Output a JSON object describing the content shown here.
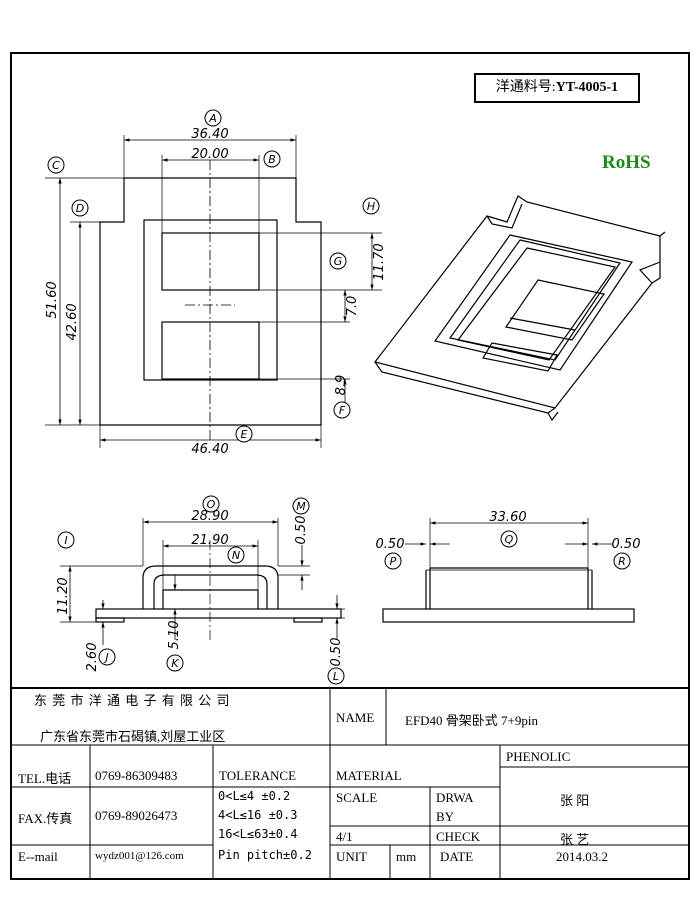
{
  "part_number": {
    "label": "洋通料号:",
    "value": "YT-4005-1"
  },
  "rohs": "RoHS",
  "dimensions": {
    "d36_40": "36.40",
    "d20_00": "20.00",
    "d51_60": "51.60",
    "d42_60": "42.60",
    "d11_70": "11.70",
    "d7_0": "7.0",
    "d8_9": "8.9",
    "d46_40": "46.40",
    "d28_90": "28.90",
    "d21_90": "21.90",
    "d0_50_m": "0.50",
    "d11_20": "11.20",
    "d5_10": "5.10",
    "d2_60": "2.60",
    "d0_50_l": "0.50",
    "d33_60": "33.60",
    "d0_50_p": "0.50",
    "d0_50_r": "0.50"
  },
  "callouts": {
    "A": "A",
    "B": "B",
    "C": "C",
    "D": "D",
    "E": "E",
    "F": "F",
    "G": "G",
    "H": "H",
    "I": "I",
    "J": "J",
    "K": "K",
    "L": "L",
    "M": "M",
    "N": "N",
    "O": "O",
    "P": "P",
    "Q": "Q",
    "R": "R"
  },
  "title_block": {
    "company_name": "东 莞 市 洋 通 电 子 有 限 公 司",
    "address": "广东省东莞市石碣镇,刘屋工业区",
    "name_label": "NAME",
    "name_value": "EFD40 骨架卧式 7+9pin",
    "tel_label": "TEL.电话",
    "tel_value": "0769-86309483",
    "fax_label": "FAX.传真",
    "fax_value": "0769-89026473",
    "email_label": "E--mail",
    "email_value": "wydz001@126.com",
    "tolerance_label": "TOLERANCE",
    "tolerance_rows": [
      "0<L≤4   ±0.2",
      "4<L≤16  ±0.3",
      "16<L≤63±0.4",
      "Pin pitch±0.2"
    ],
    "material_label": "MATERIAL",
    "material_value": "PHENOLIC",
    "scale_label": "SCALE",
    "scale_value": "4/1",
    "drawn_label_1": "DRWA",
    "drawn_label_2": "BY",
    "drawn_value": "张 阳",
    "check_label": "CHECK",
    "check_value": "张 艺",
    "unit_label": "UNIT",
    "unit_value": "mm",
    "date_label": "DATE",
    "date_value": "2014.03.2"
  }
}
